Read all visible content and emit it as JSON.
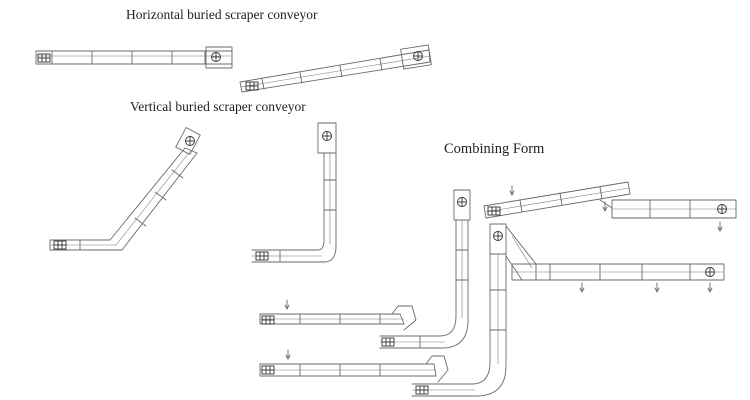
{
  "captions": {
    "horizontal": "Horizontal buried scraper conveyor",
    "vertical": "Vertical buried scraper conveyor",
    "combining": "Combining Form"
  },
  "colors": {
    "line": "#6a6a6a",
    "text": "#222222",
    "background": "#ffffff"
  },
  "icons": {
    "tail_sprocket": "tail-sprocket-icon",
    "head_sprocket": "head-sprocket-icon",
    "flow_arrow": "flow-arrow-icon"
  }
}
